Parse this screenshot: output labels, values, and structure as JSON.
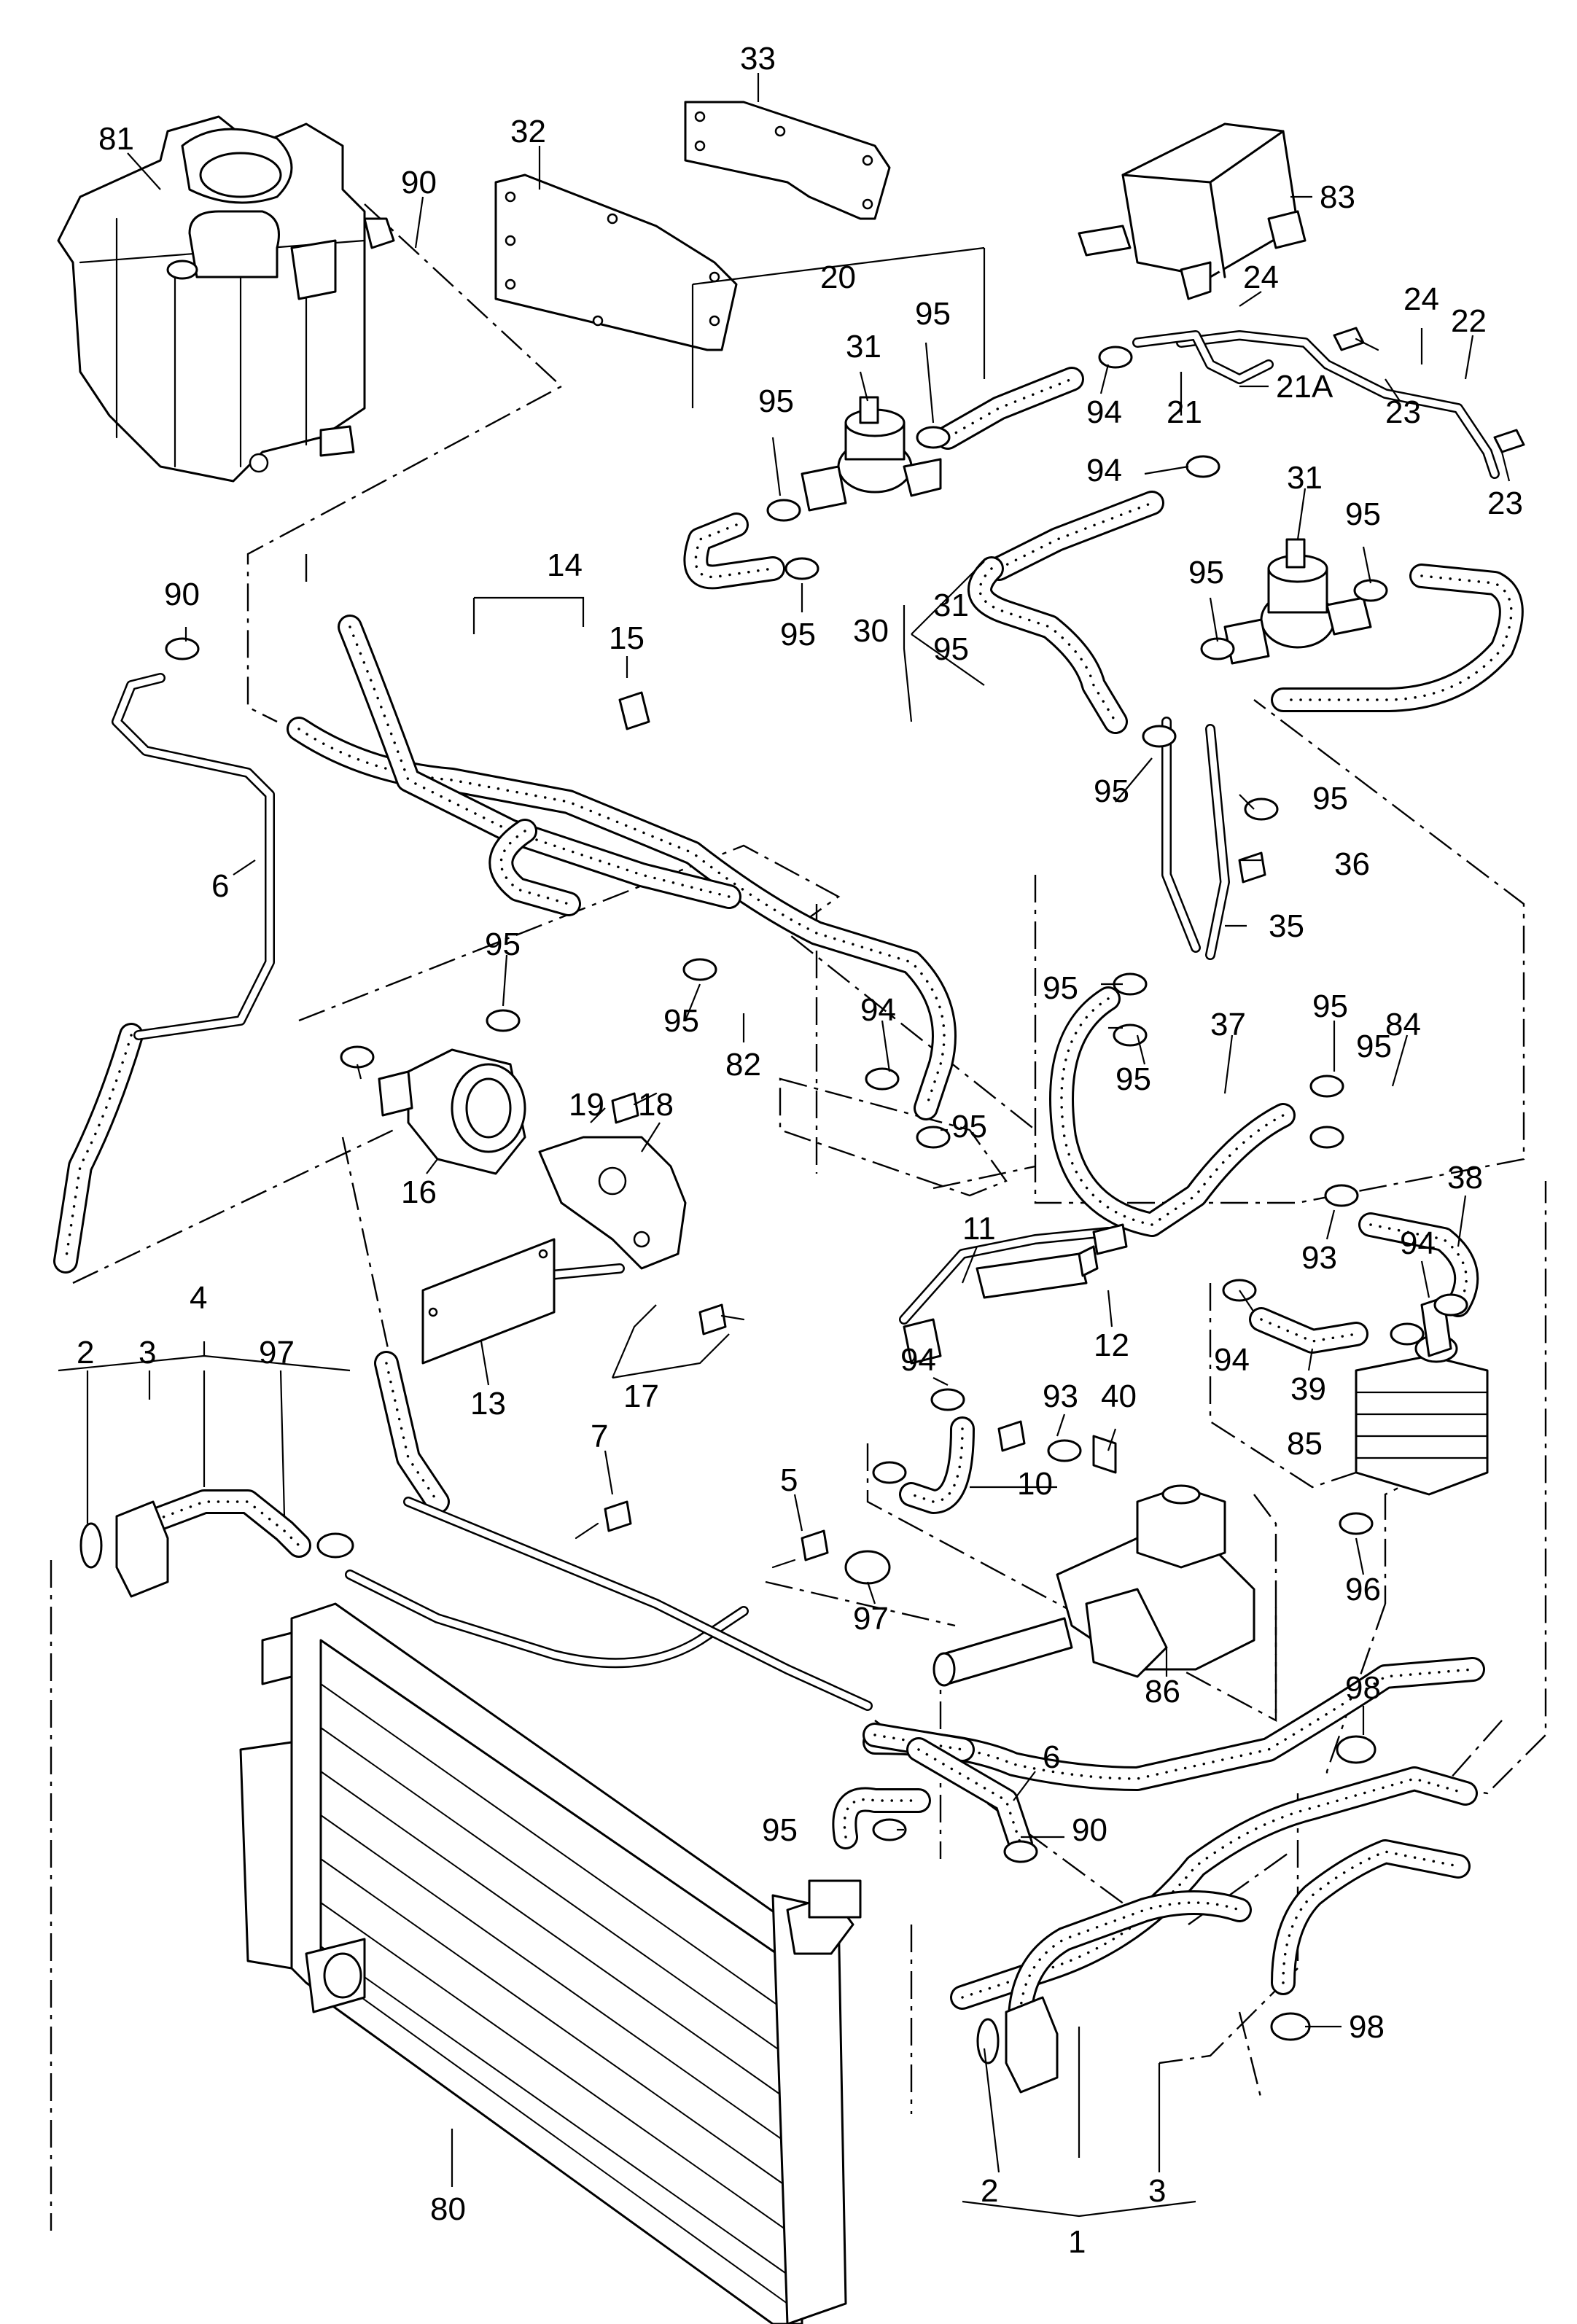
{
  "diagram": {
    "callouts": [
      {
        "id": "p81",
        "text": "81"
      },
      {
        "id": "p90a",
        "text": "90"
      },
      {
        "id": "p32",
        "text": "32"
      },
      {
        "id": "p33",
        "text": "33"
      },
      {
        "id": "p83",
        "text": "83"
      },
      {
        "id": "p20",
        "text": "20"
      },
      {
        "id": "p95a",
        "text": "95"
      },
      {
        "id": "p31a",
        "text": "31"
      },
      {
        "id": "p95b",
        "text": "95"
      },
      {
        "id": "p24a",
        "text": "24"
      },
      {
        "id": "p24b",
        "text": "24"
      },
      {
        "id": "p22",
        "text": "22"
      },
      {
        "id": "p94a",
        "text": "94"
      },
      {
        "id": "p21",
        "text": "21"
      },
      {
        "id": "p21A",
        "text": "21A"
      },
      {
        "id": "p23a",
        "text": "23"
      },
      {
        "id": "p94b",
        "text": "94"
      },
      {
        "id": "p23b",
        "text": "23"
      },
      {
        "id": "p31b",
        "text": "31"
      },
      {
        "id": "p95c",
        "text": "95"
      },
      {
        "id": "p95d",
        "text": "95"
      },
      {
        "id": "p14",
        "text": "14"
      },
      {
        "id": "p90b",
        "text": "90"
      },
      {
        "id": "p15",
        "text": "15"
      },
      {
        "id": "p95e",
        "text": "95"
      },
      {
        "id": "p30",
        "text": "30"
      },
      {
        "id": "p31c",
        "text": "31"
      },
      {
        "id": "p95f",
        "text": "95"
      },
      {
        "id": "p95g",
        "text": "95"
      },
      {
        "id": "p95h",
        "text": "95"
      },
      {
        "id": "p36",
        "text": "36"
      },
      {
        "id": "p6a",
        "text": "6"
      },
      {
        "id": "p35",
        "text": "35"
      },
      {
        "id": "p95i",
        "text": "95"
      },
      {
        "id": "p95j",
        "text": "95"
      },
      {
        "id": "p95k",
        "text": "95"
      },
      {
        "id": "p84",
        "text": "84"
      },
      {
        "id": "p95l",
        "text": "95"
      },
      {
        "id": "p37",
        "text": "37"
      },
      {
        "id": "p95m",
        "text": "95"
      },
      {
        "id": "p82",
        "text": "82"
      },
      {
        "id": "p94c",
        "text": "94"
      },
      {
        "id": "p95n",
        "text": "95"
      },
      {
        "id": "p95o",
        "text": "95"
      },
      {
        "id": "p19",
        "text": "19"
      },
      {
        "id": "p18",
        "text": "18"
      },
      {
        "id": "p16",
        "text": "16"
      },
      {
        "id": "p38",
        "text": "38"
      },
      {
        "id": "p93a",
        "text": "93"
      },
      {
        "id": "p94d",
        "text": "94"
      },
      {
        "id": "p11",
        "text": "11"
      },
      {
        "id": "p4",
        "text": "4"
      },
      {
        "id": "p2a",
        "text": "2"
      },
      {
        "id": "p3a",
        "text": "3"
      },
      {
        "id": "p97a",
        "text": "97"
      },
      {
        "id": "p13",
        "text": "13"
      },
      {
        "id": "p17",
        "text": "17"
      },
      {
        "id": "p12",
        "text": "12"
      },
      {
        "id": "p94e",
        "text": "94"
      },
      {
        "id": "p39",
        "text": "39"
      },
      {
        "id": "p94f",
        "text": "94"
      },
      {
        "id": "p93b",
        "text": "93"
      },
      {
        "id": "p40",
        "text": "40"
      },
      {
        "id": "p85",
        "text": "85"
      },
      {
        "id": "p10",
        "text": "10"
      },
      {
        "id": "p7",
        "text": "7"
      },
      {
        "id": "p5",
        "text": "5"
      },
      {
        "id": "p96",
        "text": "96"
      },
      {
        "id": "p97b",
        "text": "97"
      },
      {
        "id": "p86",
        "text": "86"
      },
      {
        "id": "p98a",
        "text": "98"
      },
      {
        "id": "p6b",
        "text": "6"
      },
      {
        "id": "p95p",
        "text": "95"
      },
      {
        "id": "p90c",
        "text": "90"
      },
      {
        "id": "p98b",
        "text": "98"
      },
      {
        "id": "p2b",
        "text": "2"
      },
      {
        "id": "p3b",
        "text": "3"
      },
      {
        "id": "p80",
        "text": "80"
      },
      {
        "id": "p1",
        "text": "1"
      }
    ]
  }
}
